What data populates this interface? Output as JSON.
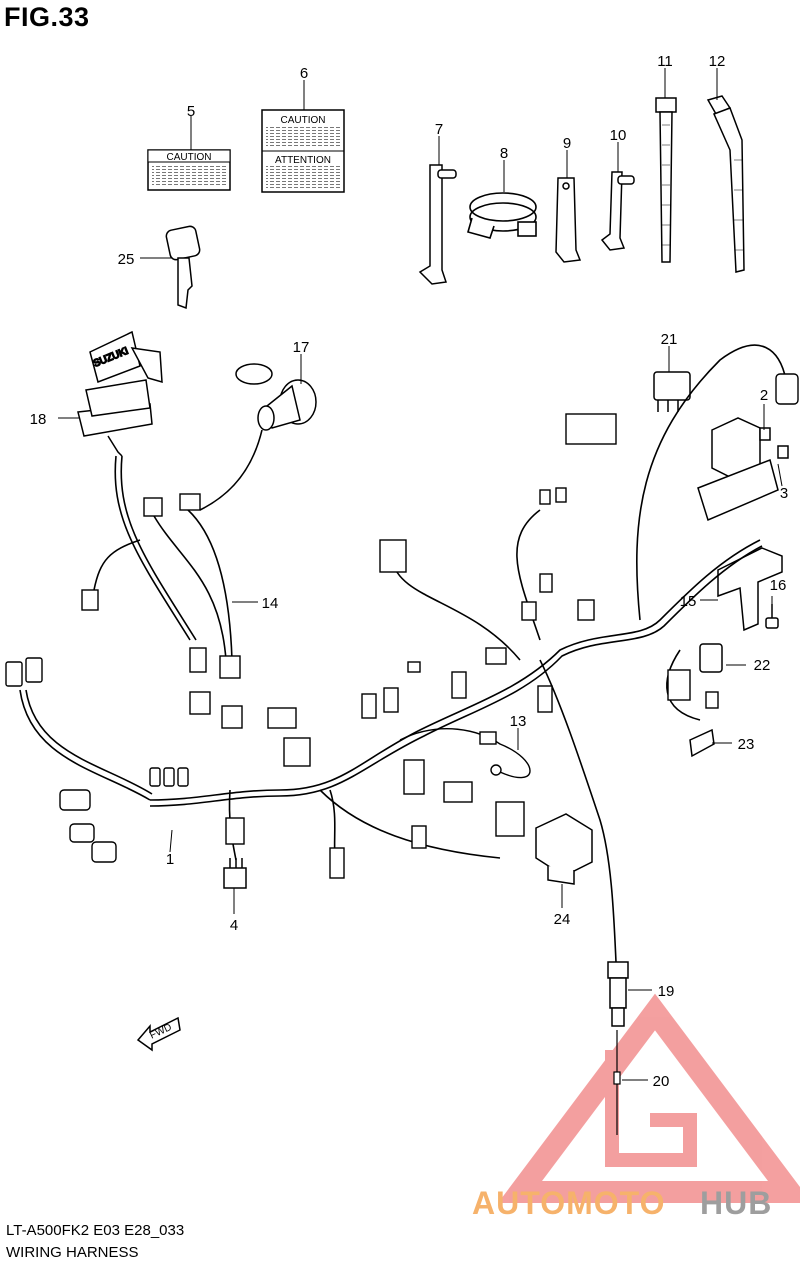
{
  "figure": {
    "title": "FIG.33",
    "model_code": "LT-A500FK2 E03 E28_033",
    "caption": "WIRING HARNESS"
  },
  "labels": {
    "caution": "CAUTION",
    "attention": "ATTENTION",
    "brand": "SUZUKI",
    "fwd": "FWD"
  },
  "parts": [
    {
      "ref": "1"
    },
    {
      "ref": "2"
    },
    {
      "ref": "3"
    },
    {
      "ref": "4"
    },
    {
      "ref": "5"
    },
    {
      "ref": "6"
    },
    {
      "ref": "7"
    },
    {
      "ref": "8"
    },
    {
      "ref": "9"
    },
    {
      "ref": "10"
    },
    {
      "ref": "11"
    },
    {
      "ref": "12"
    },
    {
      "ref": "13"
    },
    {
      "ref": "14"
    },
    {
      "ref": "15"
    },
    {
      "ref": "16"
    },
    {
      "ref": "17"
    },
    {
      "ref": "18"
    },
    {
      "ref": "19"
    },
    {
      "ref": "20"
    },
    {
      "ref": "21"
    },
    {
      "ref": "22"
    },
    {
      "ref": "23"
    },
    {
      "ref": "24"
    },
    {
      "ref": "25"
    }
  ],
  "watermark": {
    "part1": "AUTOMOTO",
    "part2": "HUB",
    "color1": "#f6b26b",
    "color2": "#9e9e9e",
    "triangle_color": "#f08080"
  }
}
